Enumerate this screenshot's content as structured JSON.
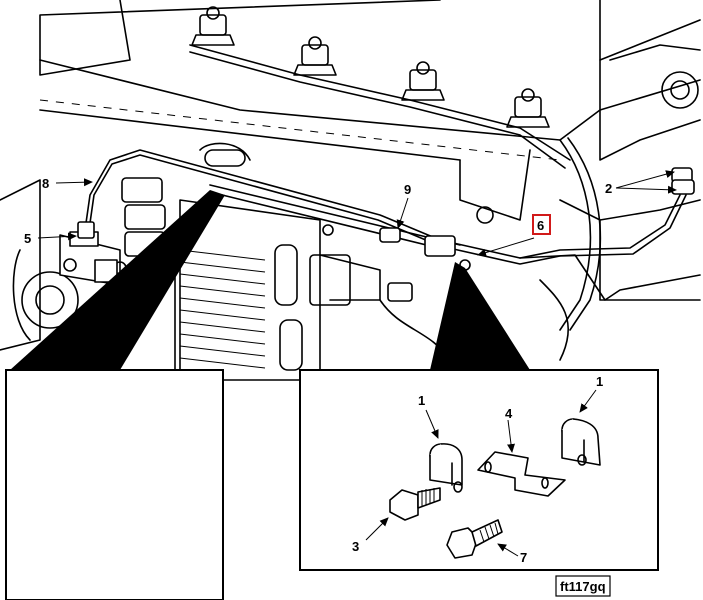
{
  "figure_id": "ft117gq",
  "highlight_color": "#d11a1a",
  "callouts": {
    "c1a": "1",
    "c1b": "1",
    "c2": "2",
    "c3": "3",
    "c4": "4",
    "c5": "5",
    "c6": "6",
    "c7": "7",
    "c8": "8",
    "c9": "9"
  },
  "highlighted_callout": "6"
}
